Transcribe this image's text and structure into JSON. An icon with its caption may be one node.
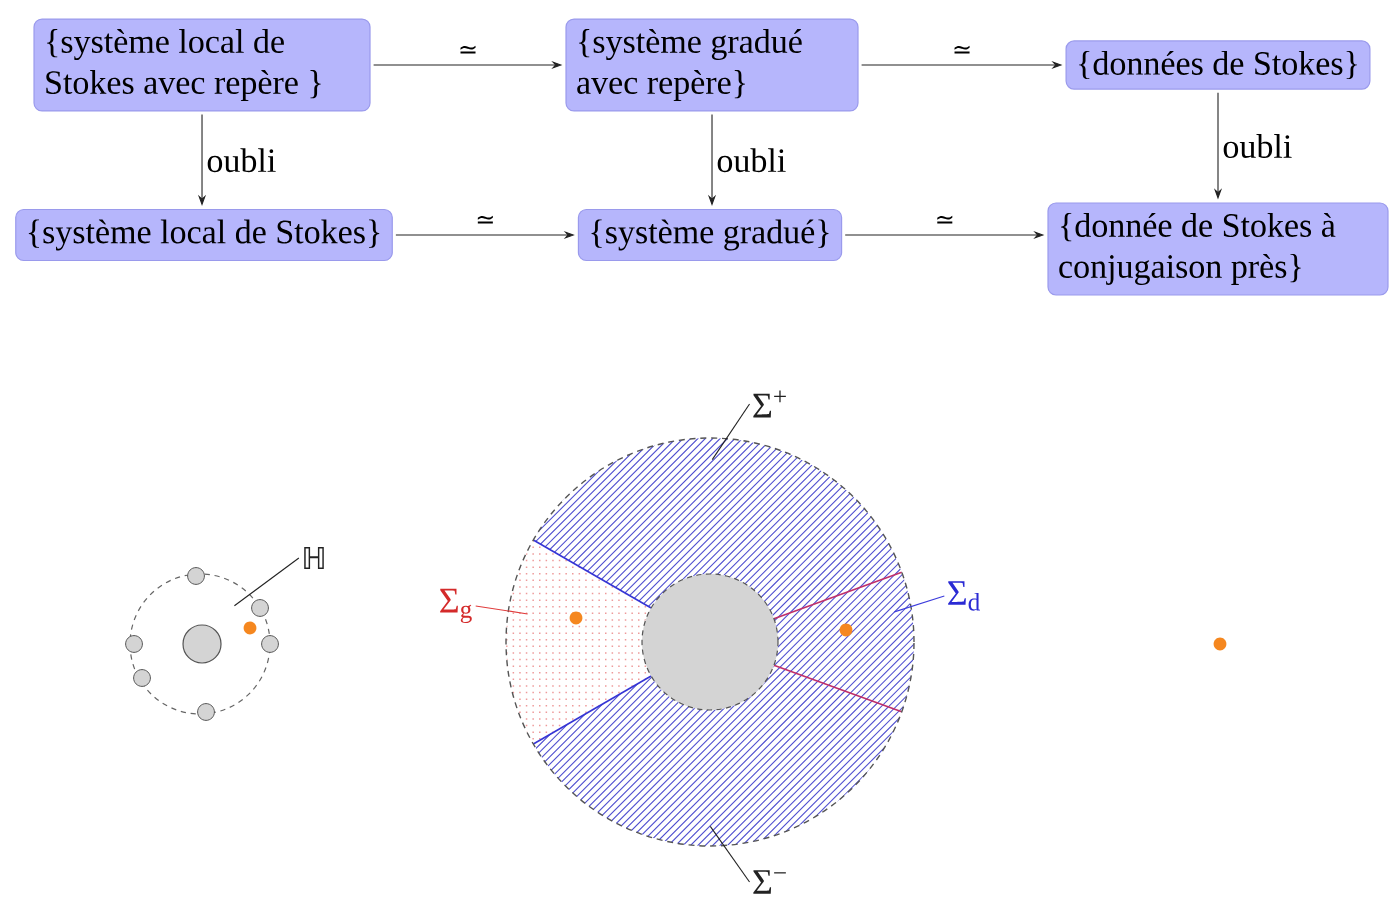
{
  "diagram": {
    "nodes": [
      {
        "text": [
          "{système local de Stokes avec repère }"
        ]
      },
      {
        "text": [
          "{système gradué avec repère}"
        ]
      },
      {
        "text": [
          "{données de Stokes}"
        ]
      },
      {
        "text": [
          "{système local de Stokes}"
        ]
      },
      {
        "text": [
          "{système gradué}"
        ]
      },
      {
        "text": [
          "{donnée de Stokes à conjugaison près}"
        ]
      },
      {
        "text": [
          "ℍ"
        ]
      },
      {
        "text": [],
        "shape": "circle"
      },
      {
        "text": [
          "Σ$^{+}$"
        ]
      },
      {
        "text": [],
        "shape": "sector"
      },
      {
        "text": [
          "Σ$_{g}$"
        ]
      },
      {
        "text": [],
        "shape": "sector"
      },
      {
        "text": [
          "Σ$_{d}$"
        ]
      },
      {
        "text": [],
        "shape": "sector"
      },
      {
        "text": [],
        "shape": "sector"
      },
      {
        "text": [
          "Σ$^{−}$"
        ]
      }
    ],
    "edges": [
      {
        "from": 0,
        "to": 1,
        "arrow": "to",
        "label": "≃"
      },
      {
        "from": 1,
        "to": 2,
        "arrow": "to",
        "label": "≃"
      },
      {
        "from": 0,
        "to": 3,
        "arrow": "to",
        "label": "oubli"
      },
      {
        "from": 1,
        "to": 4,
        "arrow": "to",
        "label": "oubli"
      },
      {
        "from": 2,
        "to": 5,
        "arrow": "to",
        "label": "oubli"
      },
      {
        "from": 3,
        "to": 4,
        "arrow": "to",
        "label": "≃"
      },
      {
        "from": 4,
        "to": 5,
        "arrow": "to",
        "label": "≃"
      },
      {
        "from": 6,
        "to": 7,
        "arrow": "none"
      },
      {
        "from": 8,
        "to": 9,
        "arrow": "none"
      },
      {
        "from": 10,
        "to": 11,
        "arrow": "none",
        "color": "#e03c3c"
      },
      {
        "from": 12,
        "to": 13,
        "arrow": "none",
        "color": "#3c3cdc"
      },
      {
        "from": 15,
        "to": 14,
        "arrow": "none"
      }
    ]
  }
}
